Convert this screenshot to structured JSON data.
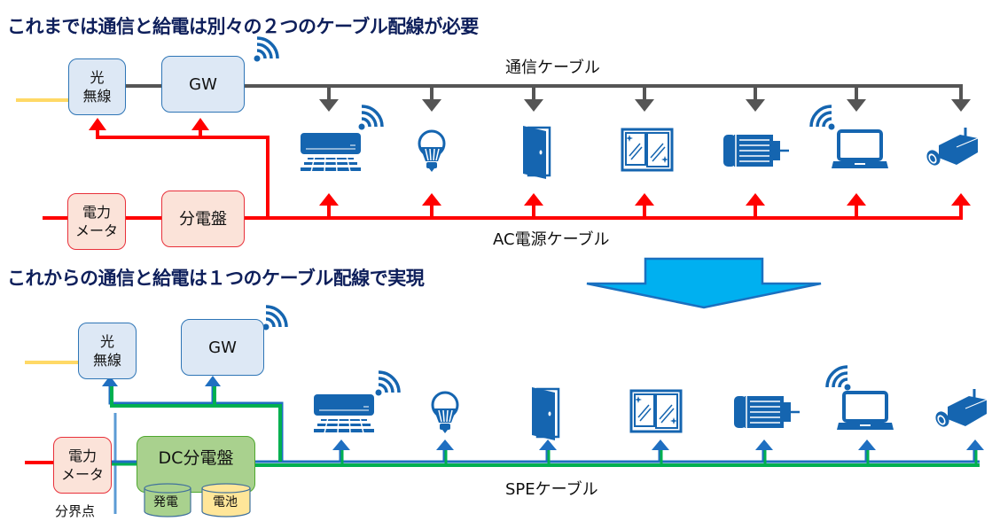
{
  "headings": {
    "before": "これまでは通信と給電は別々の２つのケーブル配線が必要",
    "after": "これからの通信と給電は１つのケーブル配線で実現"
  },
  "before": {
    "optical_box": "光\n無線",
    "gw_box": "GW",
    "meter_box": "電力\nメータ",
    "panel_box": "分電盤",
    "comm_cable_label": "通信ケーブル",
    "power_cable_label": "AC電源ケーブル"
  },
  "after": {
    "optical_box": "光\n無線",
    "gw_box": "GW",
    "meter_box": "電力\nメータ",
    "dc_panel_box": "DC分電盤",
    "generation_label": "発電",
    "battery_label": "電池",
    "boundary_label": "分界点",
    "spe_cable_label": "SPEケーブル"
  },
  "devices": [
    {
      "name": "air-conditioner",
      "icon": "air-conditioner-icon",
      "wifi": true
    },
    {
      "name": "light-bulb",
      "icon": "light-bulb-icon",
      "wifi": false
    },
    {
      "name": "door",
      "icon": "door-icon",
      "wifi": false
    },
    {
      "name": "window",
      "icon": "window-icon",
      "wifi": false
    },
    {
      "name": "motor",
      "icon": "motor-icon",
      "wifi": false
    },
    {
      "name": "laptop",
      "icon": "laptop-icon",
      "wifi": true
    },
    {
      "name": "security-camera",
      "icon": "security-camera-icon",
      "wifi": false
    }
  ],
  "colors": {
    "comm_cable": "#555555",
    "ac_power": "#ff0000",
    "spe_green": "#00b050",
    "spe_blue": "#1f6fc1",
    "icon_blue": "#1565b0",
    "optical_fiber": "#ffd966",
    "transition_arrow": "#00b0f0",
    "heading": "#0e1f5b"
  }
}
